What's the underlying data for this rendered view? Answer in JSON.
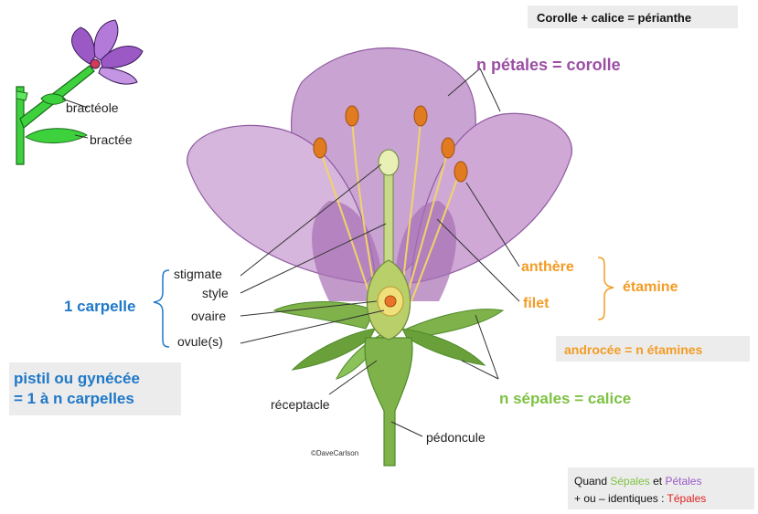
{
  "labels": {
    "perianthe": "Corolle + calice = périanthe",
    "corolle_n": "n pétales",
    "corolle_eq": "= corolle",
    "bracteole": "bractéole",
    "bractee": "bractée",
    "stigmate": "stigmate",
    "style": "style",
    "ovaire": "ovaire",
    "ovules": "ovule(s)",
    "carpelle": "1 carpelle",
    "anthere": "anthère",
    "filet": "filet",
    "etamine": "étamine",
    "androcee": "androcée = n étamines",
    "sepales_n": "n sépales",
    "sepales_eq": "= calice",
    "receptacle": "réceptacle",
    "pedoncule": "pédoncule",
    "pistil_line1": "pistil ou gynécée",
    "pistil_line2": "= 1 à n carpelles",
    "credit": "©DaveCarlson",
    "quand": "Quand",
    "sepales_word": "Sépales",
    "et": "et",
    "petales_word": "Pétales",
    "identiques": "+ ou – identiques :",
    "tepales_word": "Tépales"
  },
  "colors": {
    "petal": "#c79fd0",
    "petal_dark": "#8e5aa0",
    "petal_light": "#e8d3ec",
    "sepal": "#7fb24a",
    "sepal_dark": "#4f8a2a",
    "stamen_filament": "#f1d36a",
    "anther": "#e07b1f",
    "label_purple": "#9b4fa3",
    "label_orange": "#f39c25",
    "label_blue": "#1f78c8",
    "label_green": "#7dc243",
    "tepales_red": "#e02020",
    "box_gray": "#ececec"
  }
}
